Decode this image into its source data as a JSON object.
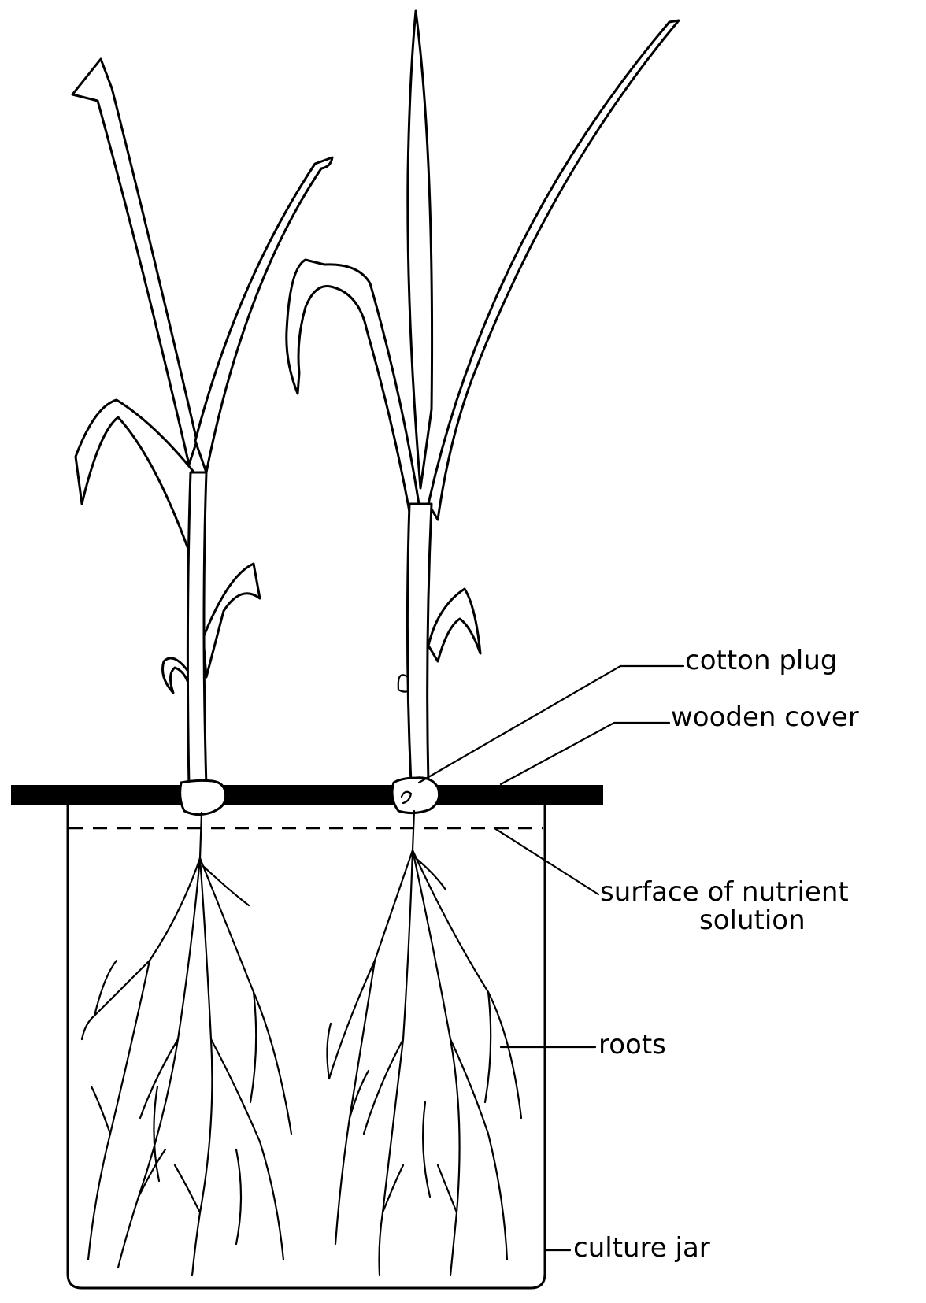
{
  "labels": {
    "cotton_plug": "cotton plug",
    "wooden_cover": "wooden cover",
    "surface_line1": "surface of nutrient",
    "surface_line2": "solution",
    "roots": "roots",
    "culture_jar": "culture jar"
  }
}
